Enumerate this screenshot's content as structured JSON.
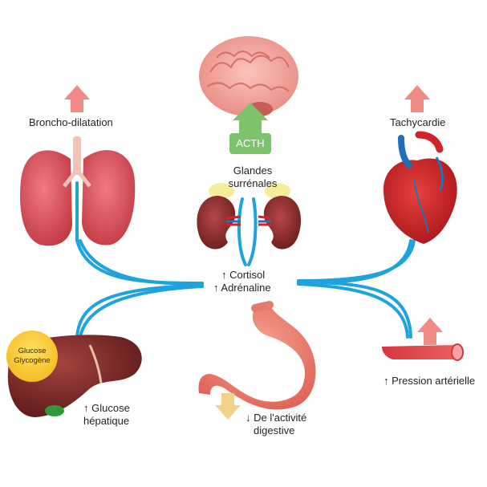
{
  "labels": {
    "acth": "ACTH",
    "broncho": "Broncho-dilatation",
    "tachy": "Tachycardie",
    "glandes_line1": "Glandes",
    "glandes_line2": "surrénales",
    "cortisol": "↑ Cortisol",
    "adrenaline": "↑ Adrénaline",
    "glucose_bubble_1": "Glucose",
    "glucose_bubble_2": "Glycogène",
    "glucose_hep_1": "↑ Glucose",
    "glucose_hep_2": "hépatique",
    "pression": "↑ Pression artérielle",
    "digest_1": "↓ De l'activité",
    "digest_2": "digestive"
  },
  "colors": {
    "connector": "#1fa3dc",
    "up_arrow": "#f08a84",
    "acth_arrow": "#7cc36c",
    "down_arrow": "#f3d28c"
  },
  "icons": [
    "brain-icon",
    "lungs-icon",
    "heart-icon",
    "kidneys-adrenal-icon",
    "liver-icon",
    "stomach-icon",
    "artery-icon"
  ]
}
